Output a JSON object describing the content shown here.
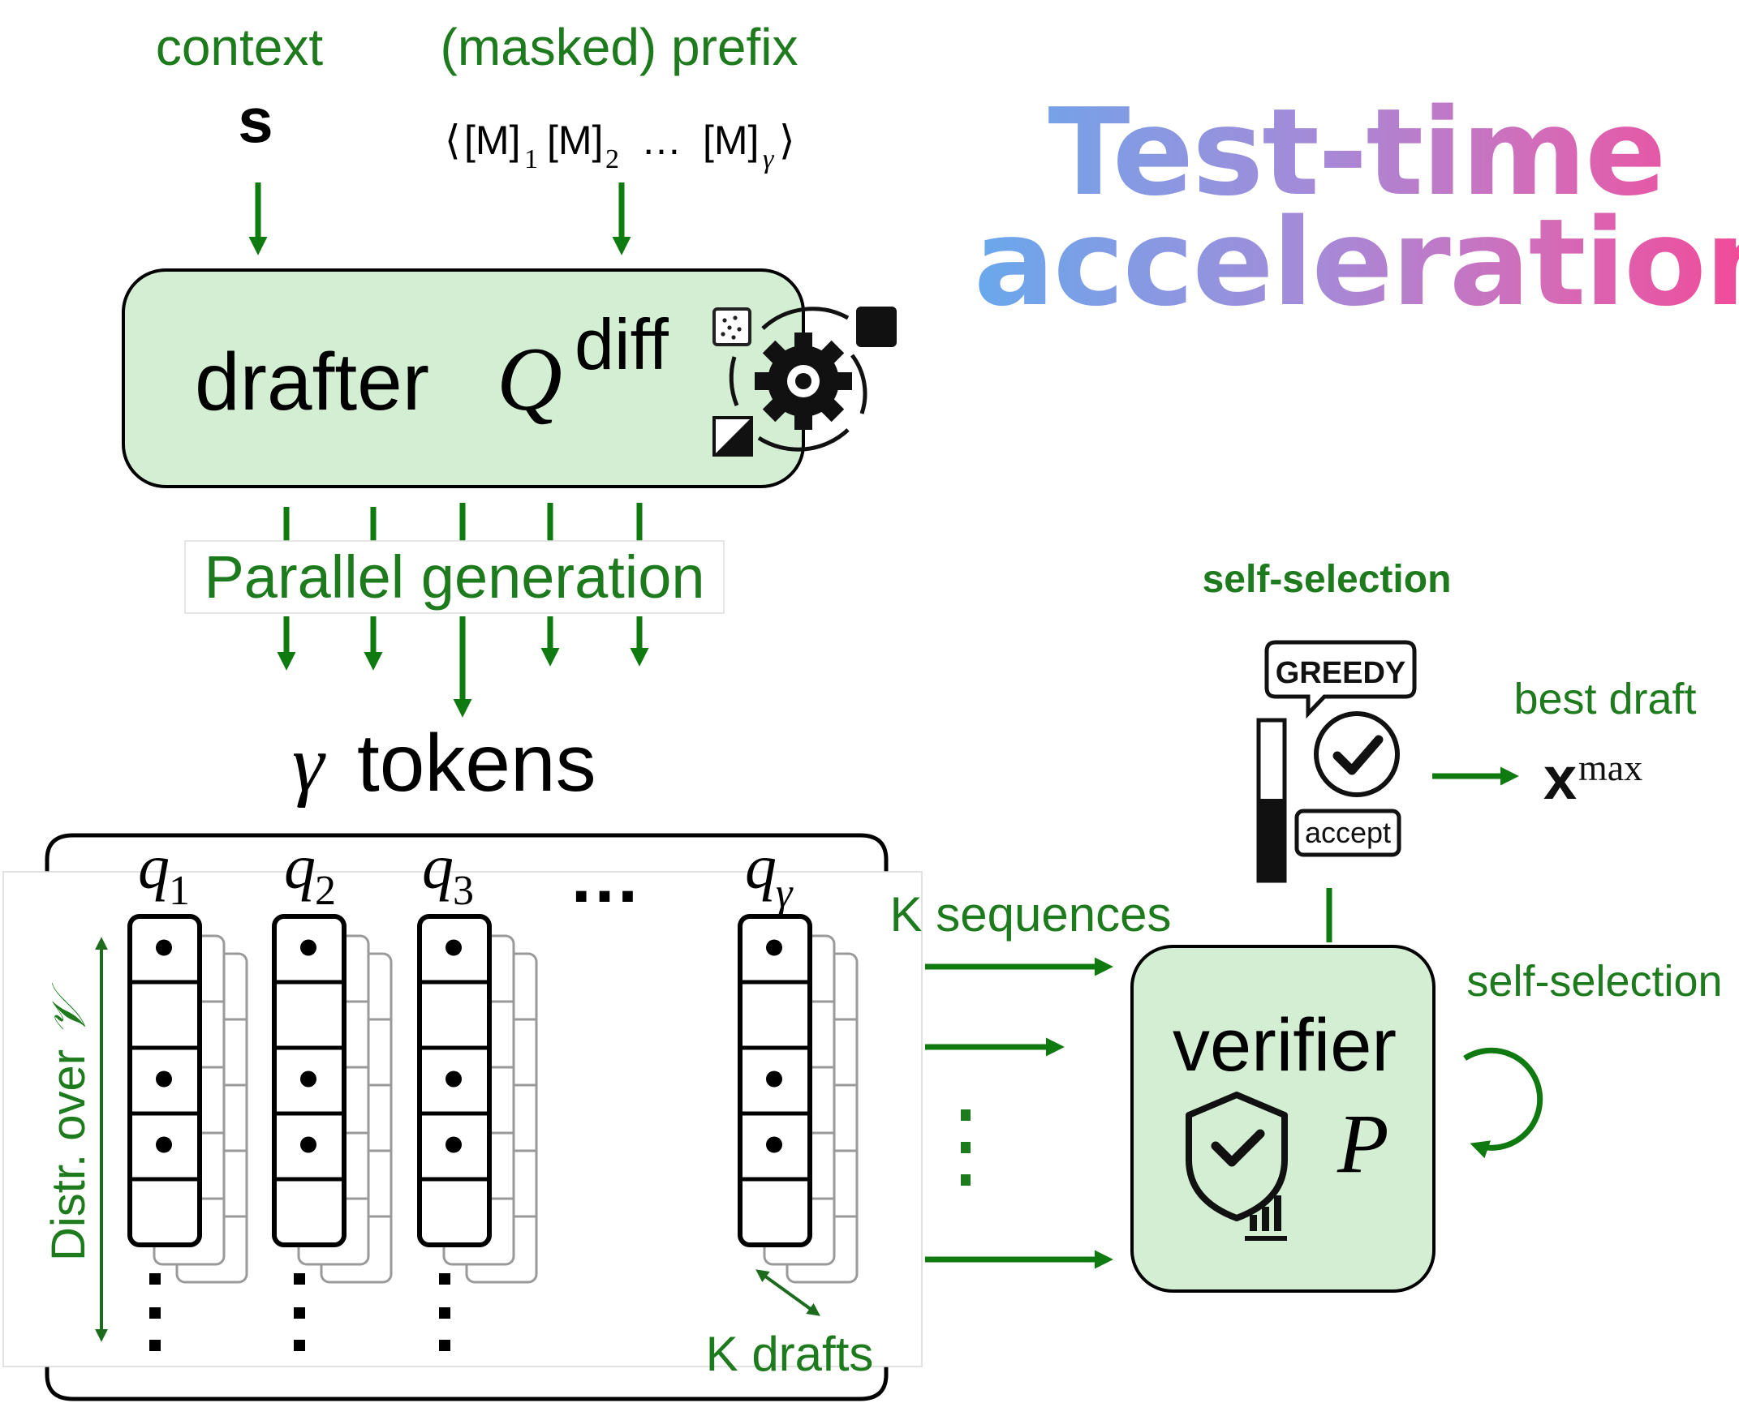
{
  "colors": {
    "green_text": "#1d7a1d",
    "arrow_green": "#0f7a0f",
    "box_fill": "#d4eed4",
    "title_gradient": [
      "#69a8ec",
      "#a58ad8",
      "#d46bb8",
      "#f04c9a"
    ]
  },
  "title": {
    "line1": "Test-time",
    "line2": "acceleration"
  },
  "inputs": {
    "context_label": "context",
    "context_symbol": "s",
    "prefix_label": "(masked) prefix",
    "prefix_open": "⟨",
    "prefix_close": "⟩",
    "mask": "[M]",
    "sub1": "1",
    "sub2": "2",
    "subg": "γ",
    "ellipsis": "…"
  },
  "drafter": {
    "label": "drafter",
    "symbol": "Q",
    "superscript": "diff"
  },
  "parallel_generation": "Parallel generation",
  "gamma_tokens": {
    "symbol": "γ",
    "text": "tokens"
  },
  "token_columns": {
    "q": "q",
    "subs": [
      "1",
      "2",
      "3",
      "γ"
    ],
    "dots": "…",
    "axis_label_prefix": "Distr. over ",
    "axis_label_symbol": "𝒱",
    "k_drafts": "K drafts"
  },
  "k_sequences": "K sequences",
  "verifier": {
    "label": "verifier",
    "symbol": "P"
  },
  "self_selection_top": "self-selection",
  "self_selection_loop": "self-selection",
  "greedy": "GREEDY",
  "accept": "accept",
  "best_draft": "best draft",
  "x_symbol": "x",
  "x_superscript": "max"
}
